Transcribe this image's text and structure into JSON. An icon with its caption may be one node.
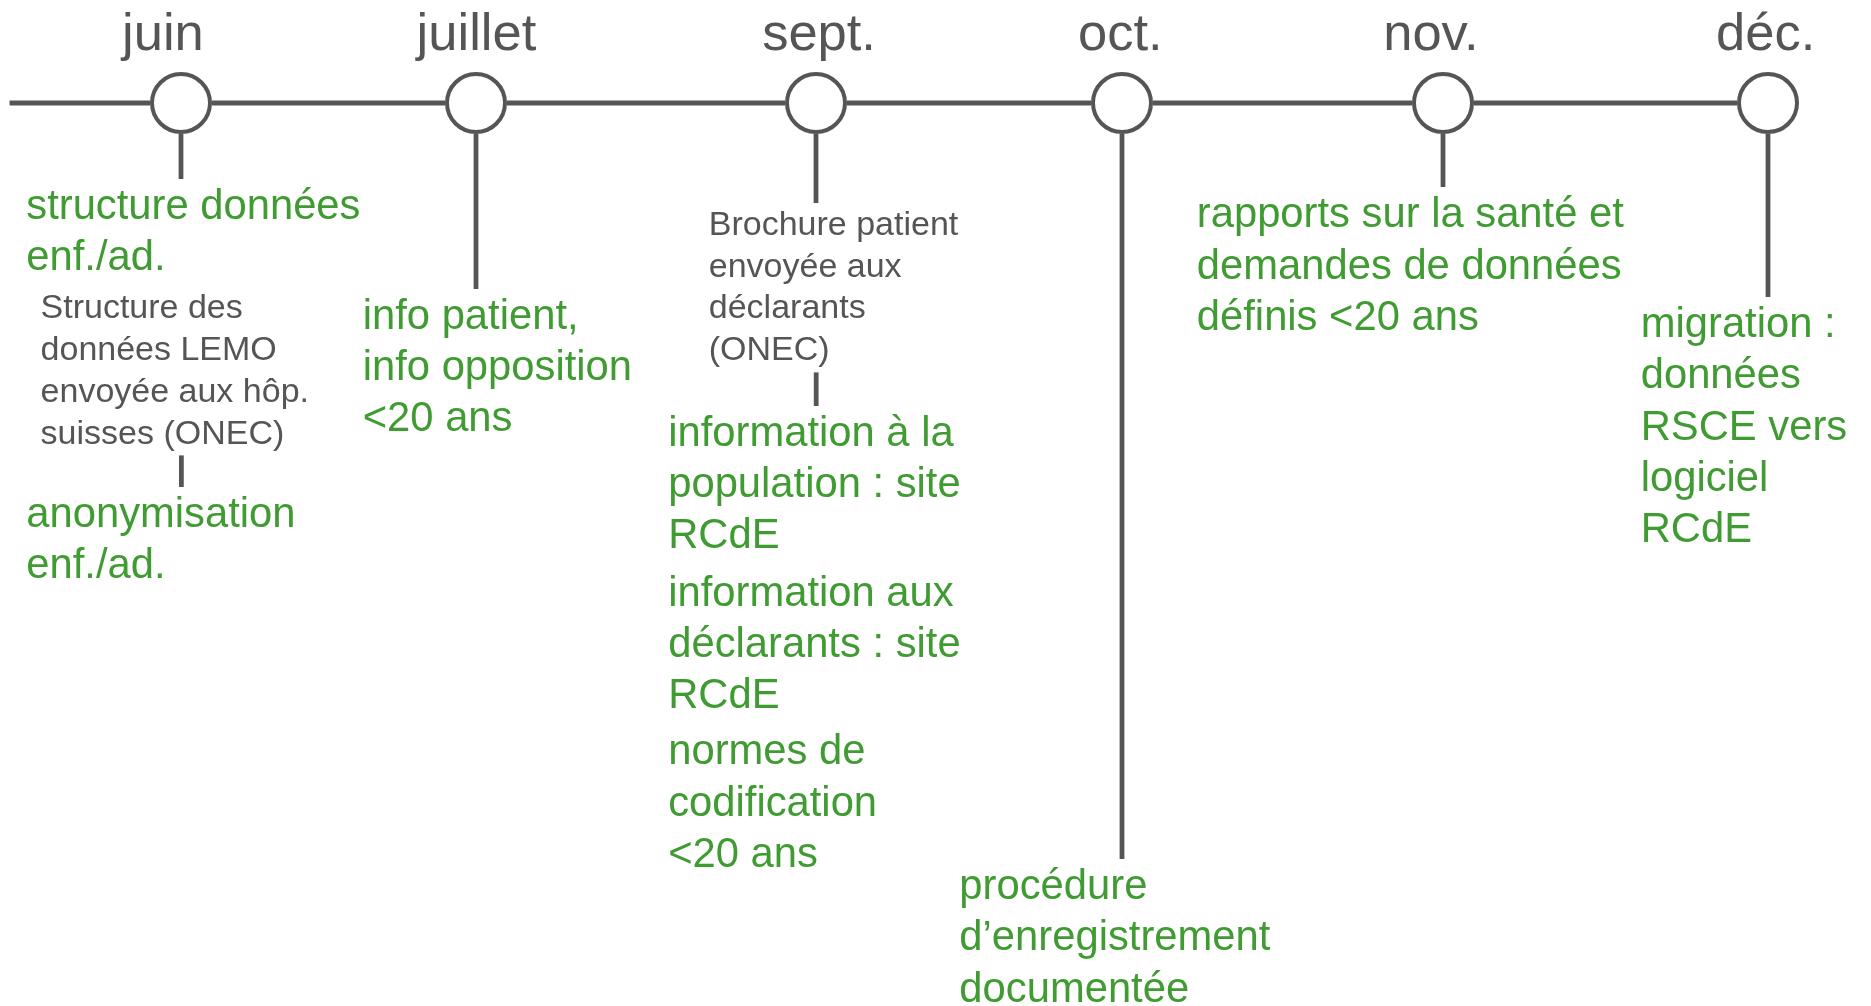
{
  "diagram": {
    "nodes": [
      {
        "text": [],
        "shape": "circle",
        "beside": [
          "juin"
        ]
      },
      {
        "text": [],
        "shape": "circle",
        "beside": [
          "juillet"
        ]
      },
      {
        "text": [],
        "shape": "circle",
        "beside": [
          "sept."
        ]
      },
      {
        "text": [],
        "shape": "circle",
        "beside": [
          "oct."
        ]
      },
      {
        "text": [],
        "shape": "circle",
        "beside": [
          "nov."
        ]
      },
      {
        "text": [],
        "shape": "circle",
        "beside": [
          "déc."
        ]
      },
      {
        "text": [
          "structure données enf./ad."
        ]
      },
      {
        "text": [
          "Structure des données LEMO envoyée aux hôp. suisses (ONEC)"
        ]
      },
      {
        "text": [
          "anonymisation enf./ad."
        ]
      },
      {
        "text": [
          "info patient, info opposition <20 ans"
        ]
      },
      {
        "text": [
          "Brochure patient envoyée aux déclarants (ONEC)"
        ]
      },
      {
        "text": [
          "information à la population : site RCdE"
        ]
      },
      {
        "text": [
          "procédure d’enregistrement documentée"
        ]
      },
      {
        "text": [
          "rapports sur la santé et demandes de données définis <20 ans"
        ]
      },
      {
        "text": [
          "migration : données RSCE vers logiciel RCdE"
        ]
      }
    ],
    "edges": [
      {
        "from": null,
        "to": 0,
        "arrow": "none"
      },
      {
        "from": 0,
        "to": 1,
        "arrow": "none"
      },
      {
        "from": 1,
        "to": 2,
        "arrow": "none"
      },
      {
        "from": 2,
        "to": 3,
        "arrow": "none"
      },
      {
        "from": 3,
        "to": 4,
        "arrow": "none"
      },
      {
        "from": 4,
        "to": 5,
        "arrow": "none"
      },
      {
        "from": 0,
        "to": 6,
        "arrow": "none"
      },
      {
        "from": 7,
        "to": 8,
        "arrow": "none"
      },
      {
        "from": 1,
        "to": 9,
        "arrow": "none"
      },
      {
        "from": 2,
        "to": 10,
        "arrow": "none"
      },
      {
        "from": 10,
        "to": 11,
        "arrow": "none"
      },
      {
        "from": 3,
        "to": 12,
        "arrow": "none"
      },
      {
        "from": 4,
        "to": 13,
        "arrow": "none"
      },
      {
        "from": 5,
        "to": 14,
        "arrow": "none"
      }
    ],
    "labels": [
      "information aux déclarants : site RCdE",
      "normes de codification <20 ans"
    ]
  }
}
